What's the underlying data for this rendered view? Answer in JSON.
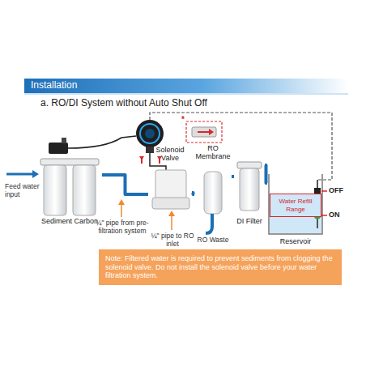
{
  "diagram": {
    "title": "Installation",
    "nodes": [
      {
        "text": [
          "Sediment Carbon"
        ]
      },
      {
        "text": [
          "Solenoid Valve"
        ]
      },
      {
        "text": [
          "RO Membrane"
        ]
      },
      {
        "text": [
          "DI Filter"
        ]
      },
      {
        "text": [
          "Reservoir"
        ]
      },
      {
        "text": [
          "Water Refill Range"
        ],
        "in": 4
      },
      {
        "text": [
          "Note: Filtered water is required to prevent sediments from clogging the solenoid valve. Do not install the solenoid valve before your water filtration system."
        ]
      }
    ],
    "edges": [
      {
        "from": 0,
        "to": 1,
        "arrow": "none"
      },
      {
        "from": 1,
        "to": 2,
        "arrow": "none"
      },
      {
        "from": 2,
        "to": 3,
        "arrow": "none"
      },
      {
        "from": 3,
        "to": 4,
        "arrow": "none"
      }
    ],
    "labels": [
      "a. RO/DI System without Auto Shut Off",
      "Feed water input",
      "¼\" pipe from pre-filtration system",
      "¼\" pipe to RO inlet",
      "RO Waste",
      "OFF",
      "ON",
      "*"
    ]
  }
}
